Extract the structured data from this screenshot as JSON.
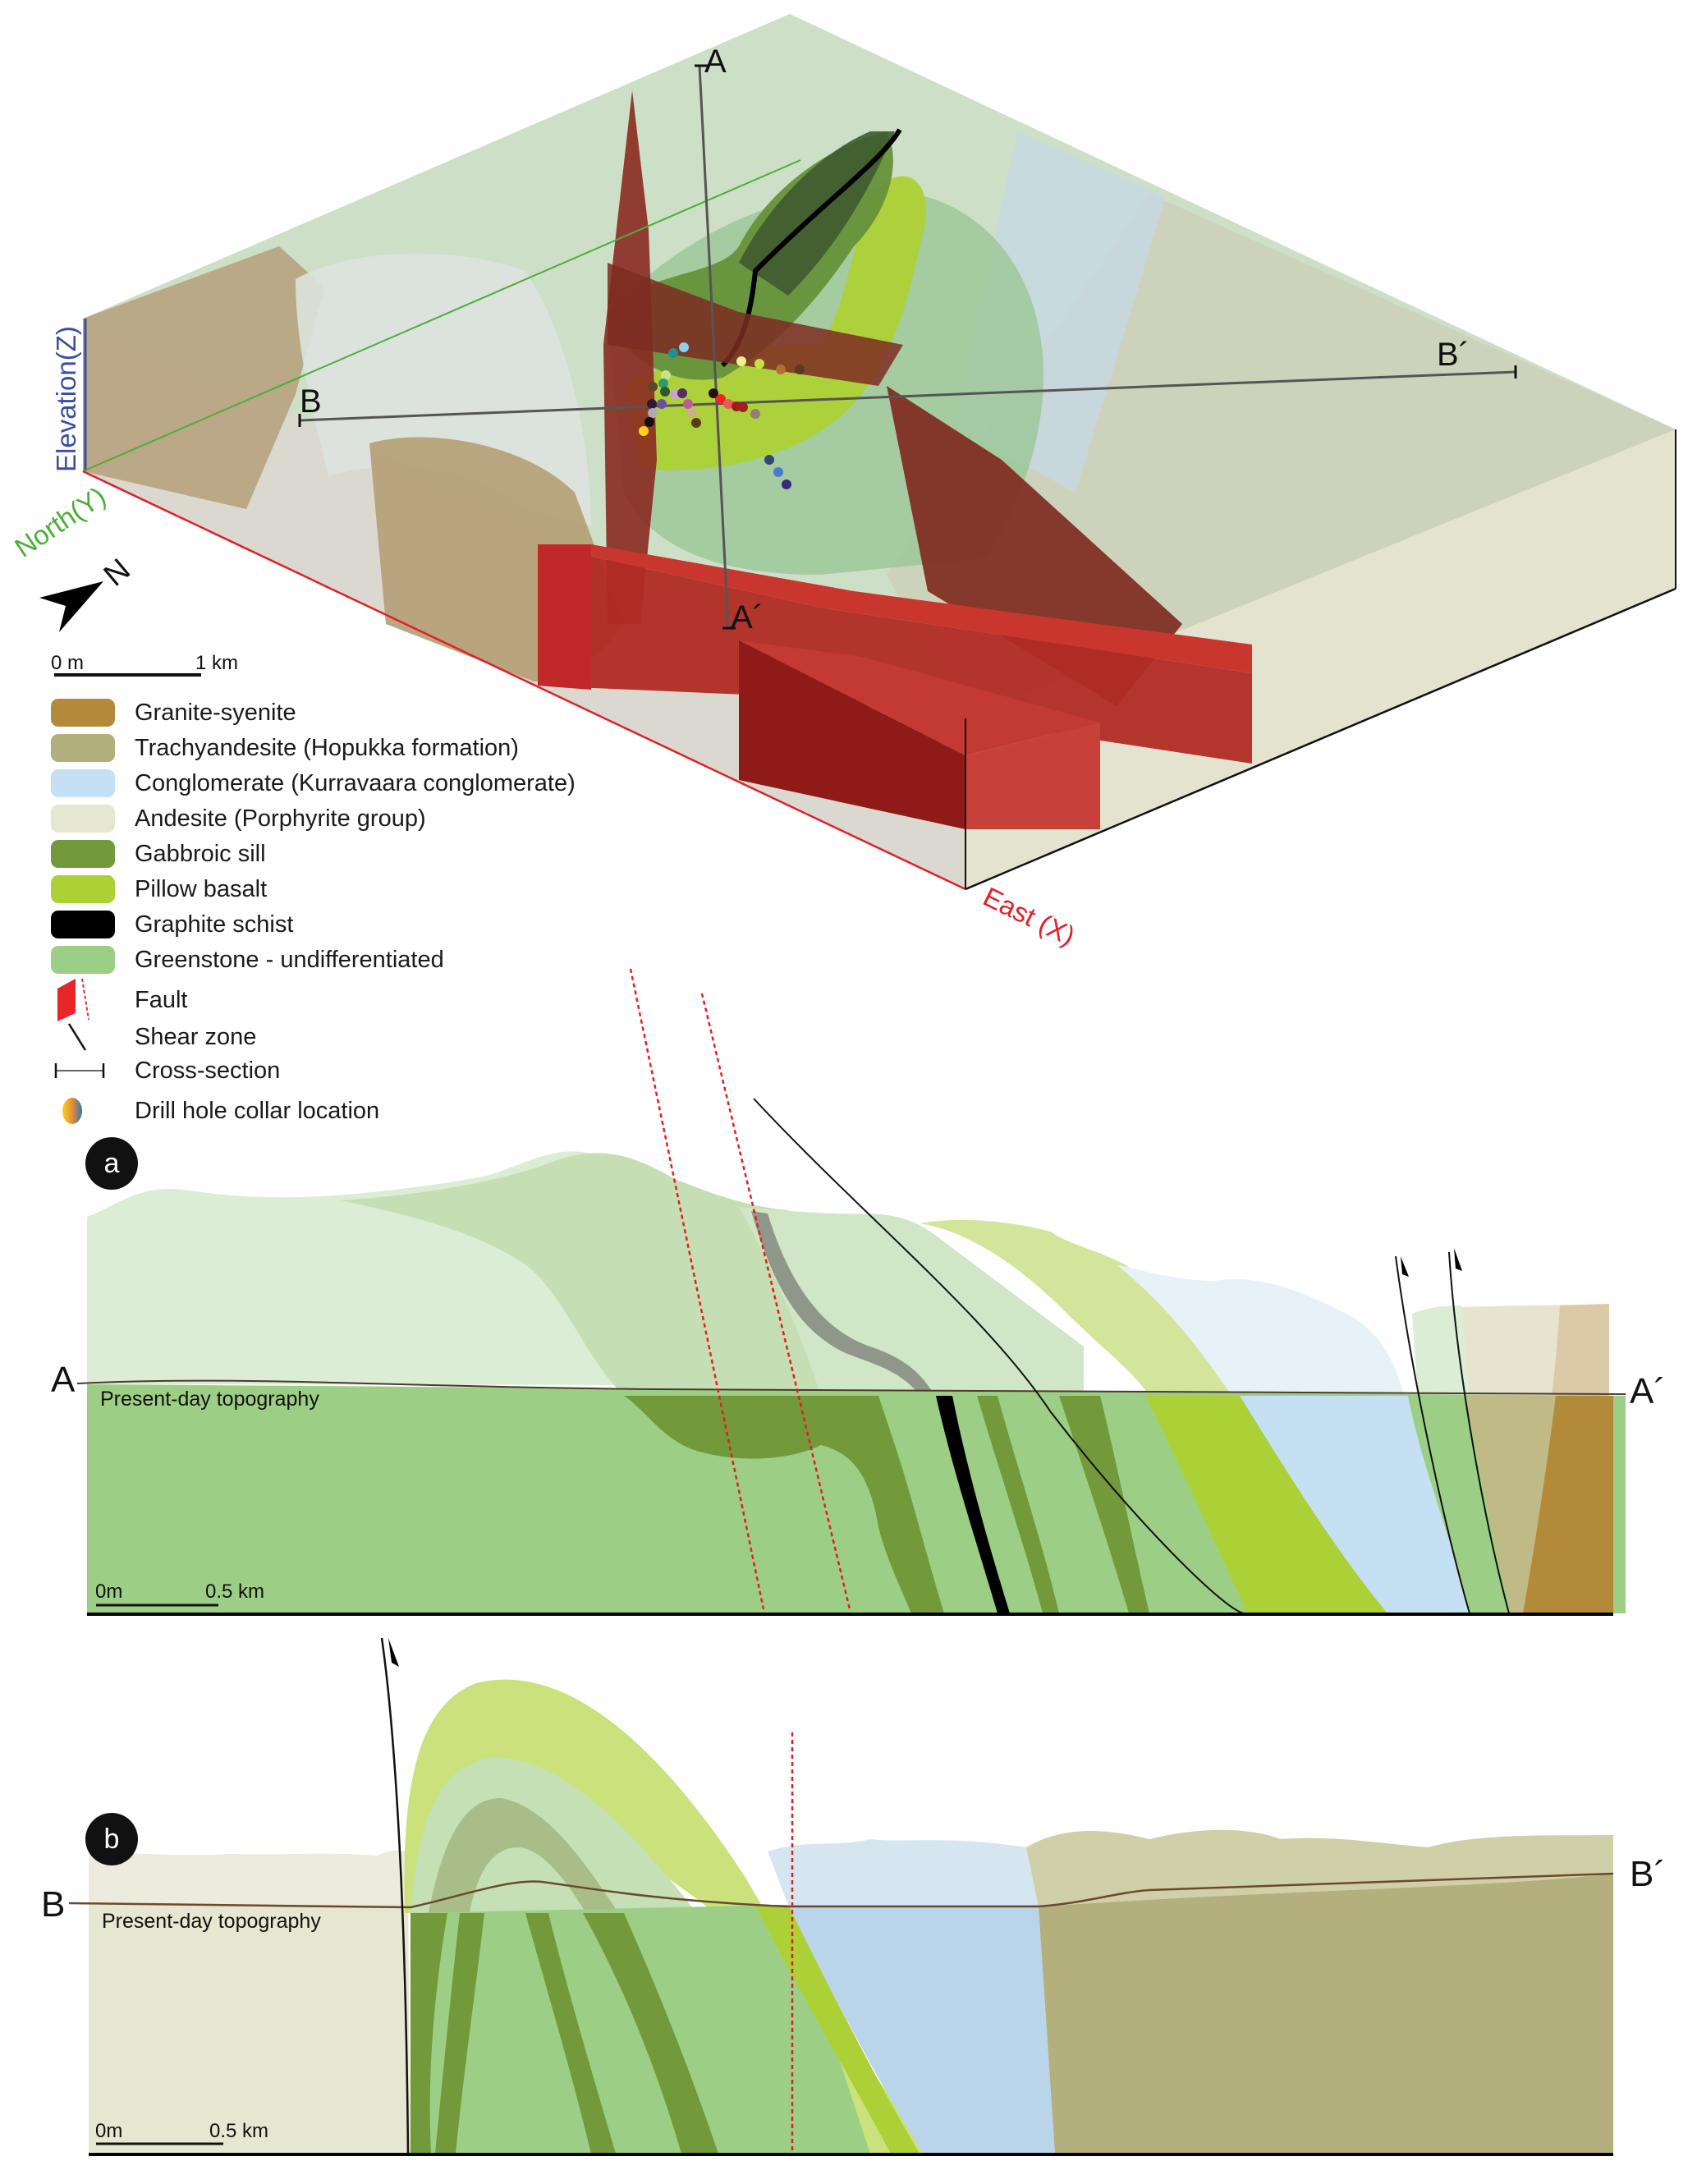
{
  "block3d": {
    "axis_elevation": "Elevation(Z)",
    "axis_north": "North(Y)",
    "axis_east": "East (X)",
    "north_arrow_letter": "N",
    "section_a_start": "A",
    "section_a_end": "A´",
    "section_b_start": "B",
    "section_b_end": "B´",
    "scale_start": "0 m",
    "scale_end": "1 km",
    "drill_collars": [
      "#1f8f8f",
      "#8fd0ee",
      "#c9e28a",
      "#2f9a6a",
      "#2f5a2e",
      "#5a4630",
      "#c8a8c8",
      "#5b2a6b",
      "#2a1a3a",
      "#6b4fa0",
      "#c05aa0",
      "#b0a8b8",
      "#111111",
      "#ffd21a",
      "#c9b08a",
      "#5a3a1a",
      "#2a0e0e",
      "#ff2020",
      "#e85a5a",
      "#a01a1a",
      "#a02020",
      "#9a7a7a",
      "#f0f08a",
      "#c6e040",
      "#b07030",
      "#5a3a20",
      "#34486a",
      "#4a7ad0",
      "#3a2a7a"
    ]
  },
  "legend": {
    "units": [
      {
        "label": "Granite-syenite",
        "color": "#b38a3a"
      },
      {
        "label": "Trachyandesite (Hopukka formation)",
        "color": "#b3b07d"
      },
      {
        "label": "Conglomerate (Kurravaara conglomerate)",
        "color": "#c5e0f2"
      },
      {
        "label": "Andesite (Porphyrite group)",
        "color": "#e6e7d0"
      },
      {
        "label": "Gabbroic sill",
        "color": "#729a3a"
      },
      {
        "label": "Pillow basalt",
        "color": "#acd136"
      },
      {
        "label": "Graphite schist",
        "color": "#000000"
      },
      {
        "label": "Greenstone - undifferentiated",
        "color": "#9ccf85"
      }
    ],
    "symbols": [
      {
        "label": "Fault",
        "icon": "fault-icon"
      },
      {
        "label": "Shear zone",
        "icon": "shear-zone-icon"
      },
      {
        "label": "Cross-section",
        "icon": "cross-section-icon"
      },
      {
        "label": "Drill hole collar location",
        "icon": "drill-collar-icon"
      }
    ]
  },
  "section_a": {
    "badge": "a",
    "start": "A",
    "end": "A´",
    "topography_label": "Present-day topography",
    "scale_start": "0m",
    "scale_end": "0.5 km"
  },
  "section_b": {
    "badge": "b",
    "start": "B",
    "end": "B´",
    "topography_label": "Present-day topography",
    "scale_start": "0m",
    "scale_end": "0.5 km"
  },
  "colors": {
    "fault": "#c0282a",
    "fault_dark": "#7f2a20",
    "axis_x": "#e0202a",
    "axis_y": "#4cae3a",
    "axis_z": "#3a4ea0"
  }
}
